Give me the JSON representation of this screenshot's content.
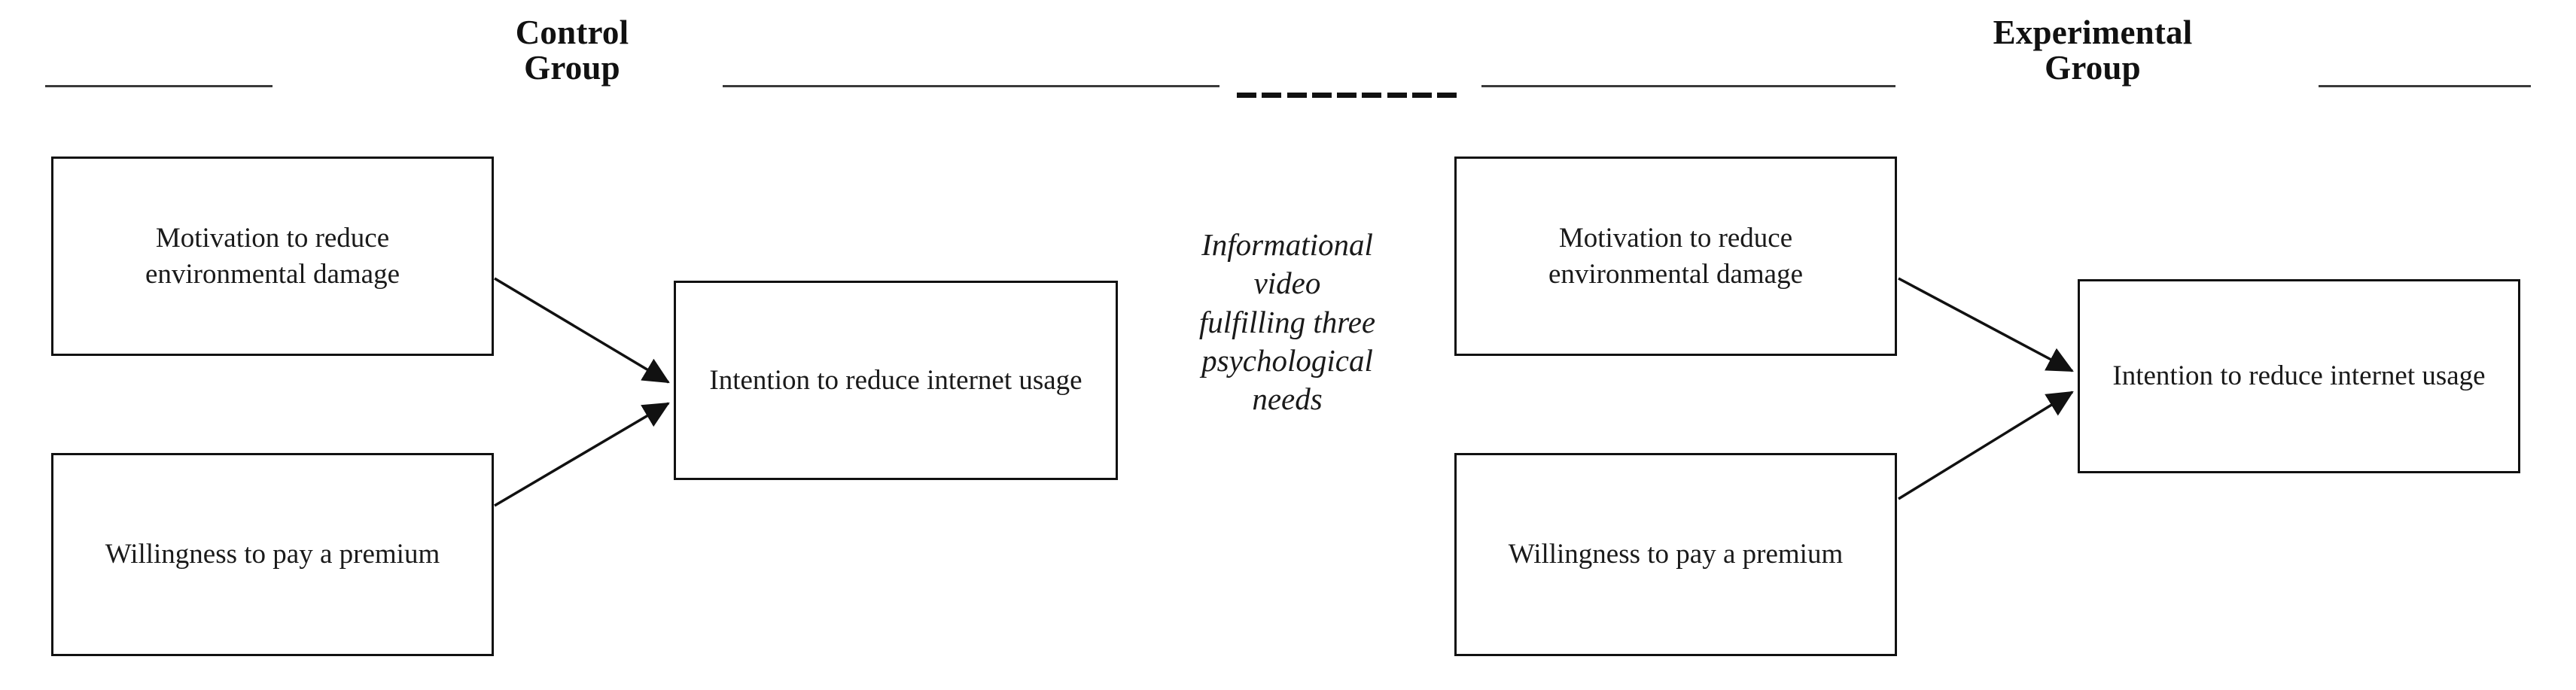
{
  "figure": {
    "type": "conceptual-model-diagram",
    "background": "#ffffff",
    "line_color": "#111111"
  },
  "headers": [
    {
      "id": "control",
      "title": "Control\nGroup"
    },
    {
      "id": "experimental",
      "title": "Experimental\nGroup"
    }
  ],
  "divider": {
    "style": "dashed",
    "dash_count": 9
  },
  "groups": {
    "control": {
      "predictors": [
        {
          "id": "motivation",
          "label": "Motivation to reduce environmental damage"
        },
        {
          "id": "willingness",
          "label": "Willingness to pay a premium"
        }
      ],
      "outcome": {
        "id": "intention",
        "label": "Intention to reduce internet usage"
      }
    },
    "experimental": {
      "predictors": [
        {
          "id": "motivation",
          "label": "Motivation to reduce environmental damage"
        },
        {
          "id": "willingness",
          "label": "Willingness to pay a premium"
        }
      ],
      "outcome": {
        "id": "intention",
        "label": "Intention to reduce internet usage"
      }
    }
  },
  "intervention": {
    "label": "Informational\nvideo\nfulfilling three\npsychological\nneeds"
  }
}
